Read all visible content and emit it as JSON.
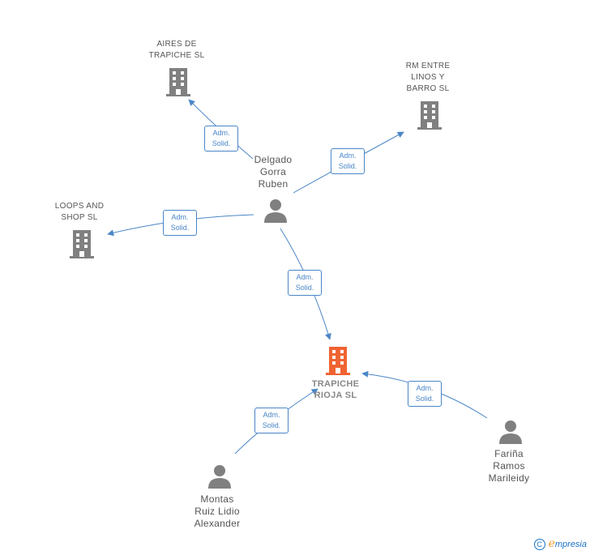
{
  "colors": {
    "edge": "#4a86c8",
    "company_icon": "#808080",
    "main_company_icon": "#f06332",
    "person_icon": "#808080"
  },
  "nodes": {
    "aires": {
      "label": "AIRES DE\nTRAPICHE  SL",
      "icon": "building-icon"
    },
    "rm": {
      "label": "RM ENTRE\nLINOS Y\nBARRO  SL",
      "icon": "building-icon"
    },
    "loops": {
      "label": "LOOPS AND\nSHOP SL",
      "icon": "building-icon"
    },
    "trapiche": {
      "label": "TRAPICHE\nRIOJA  SL",
      "icon": "building-icon"
    },
    "delgado": {
      "label": "Delgado\nGorra\nRuben",
      "icon": "person-icon"
    },
    "montas": {
      "label": "Montas\nRuiz Lidio\nAlexander",
      "icon": "person-icon"
    },
    "farina": {
      "label": "Fariña\nRamos\nMarileidy",
      "icon": "person-icon"
    }
  },
  "edges": {
    "delgado_aires": "Adm.\nSolid.",
    "delgado_rm": "Adm.\nSolid.",
    "delgado_loops": "Adm.\nSolid.",
    "delgado_trapiche": "Adm.\nSolid.",
    "montas_trapiche": "Adm.\nSolid.",
    "farina_trapiche": "Adm.\nSolid."
  },
  "footer": {
    "copyright_symbol": "C",
    "brand_first": "e",
    "brand_rest": "mpresia"
  }
}
